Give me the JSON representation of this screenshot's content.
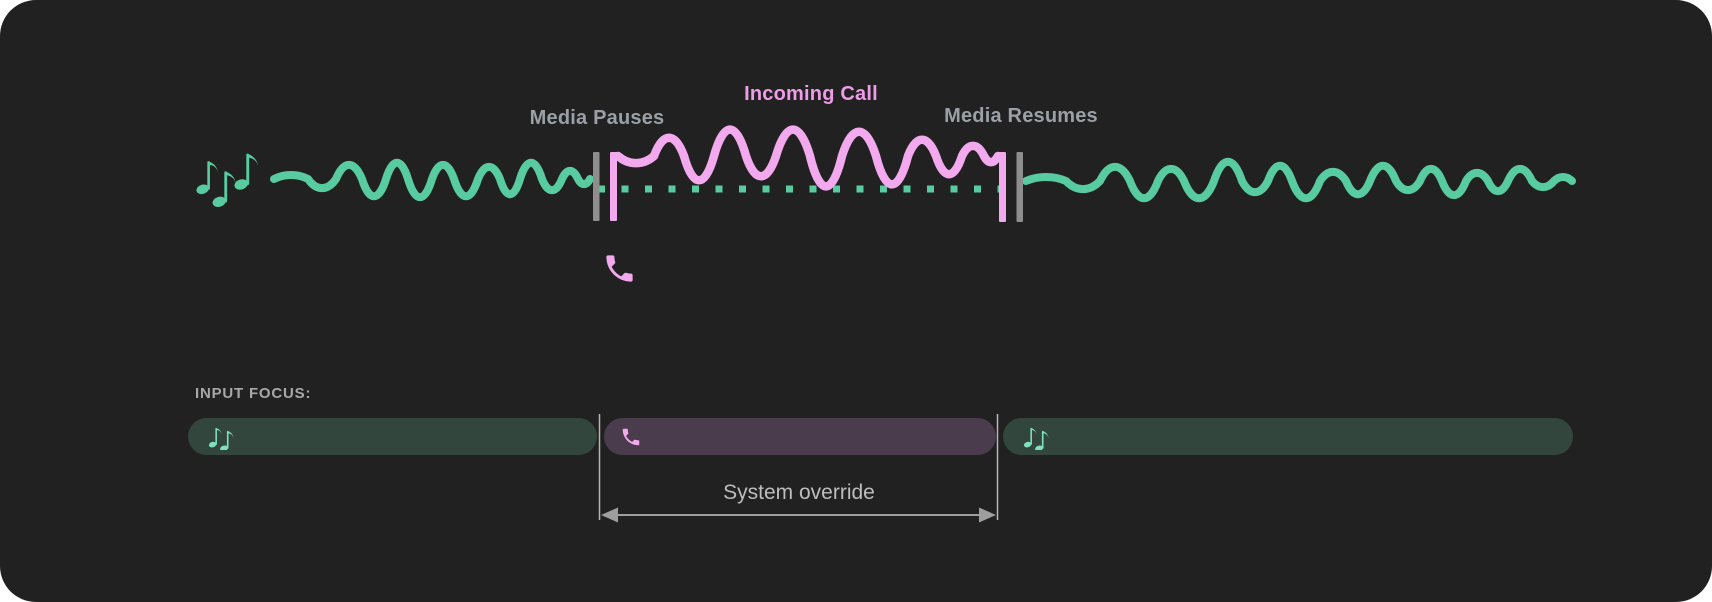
{
  "timeline": {
    "media_pauses_label": "Media Pauses",
    "incoming_call_label": "Incoming Call",
    "media_resumes_label": "Media Resumes"
  },
  "input_focus": {
    "heading": "INPUT FOCUS:",
    "system_override_label": "System override"
  },
  "icons": {
    "media": "music-notes-icon",
    "call": "phone-icon"
  },
  "colors": {
    "media_green": "#58CBA0",
    "media_icon_green": "#7EE0BF",
    "call_pink": "#F2A9ED",
    "call_pink_label": "#EE9BE8",
    "label_gray": "#9AA0A6",
    "heading_gray": "#A8A8A8",
    "override_gray": "#BDBDBD",
    "marker_gray": "#8E8E8E",
    "media_bar_bg": "#32463D",
    "call_bar_bg": "#4A3C4D",
    "card_bg": "#212121",
    "line_gray": "#B5B5B5",
    "arrow_gray": "#9E9E9E"
  }
}
